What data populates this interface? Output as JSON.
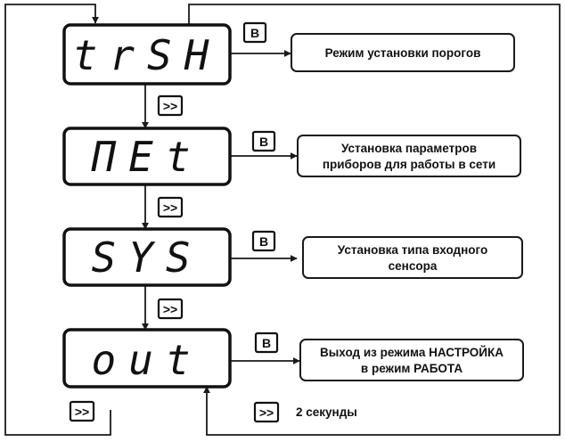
{
  "displays": [
    {
      "text": "trSH",
      "button": "B",
      "description": [
        "Режим установки порогов"
      ]
    },
    {
      "text": "ΠEt",
      "button": "B",
      "description": [
        "Установка параметров",
        "приборов для работы в сети"
      ]
    },
    {
      "text": "SYS",
      "button": "B",
      "description": [
        "Установка типа входного",
        "сенсора"
      ]
    },
    {
      "text": "out",
      "button": "B",
      "description": [
        "Выход из режима НАСТРОЙКА",
        "в режим РАБОТА"
      ]
    }
  ],
  "next_button": ">>",
  "legend": {
    "button": ">>",
    "text": "2 секунды"
  }
}
